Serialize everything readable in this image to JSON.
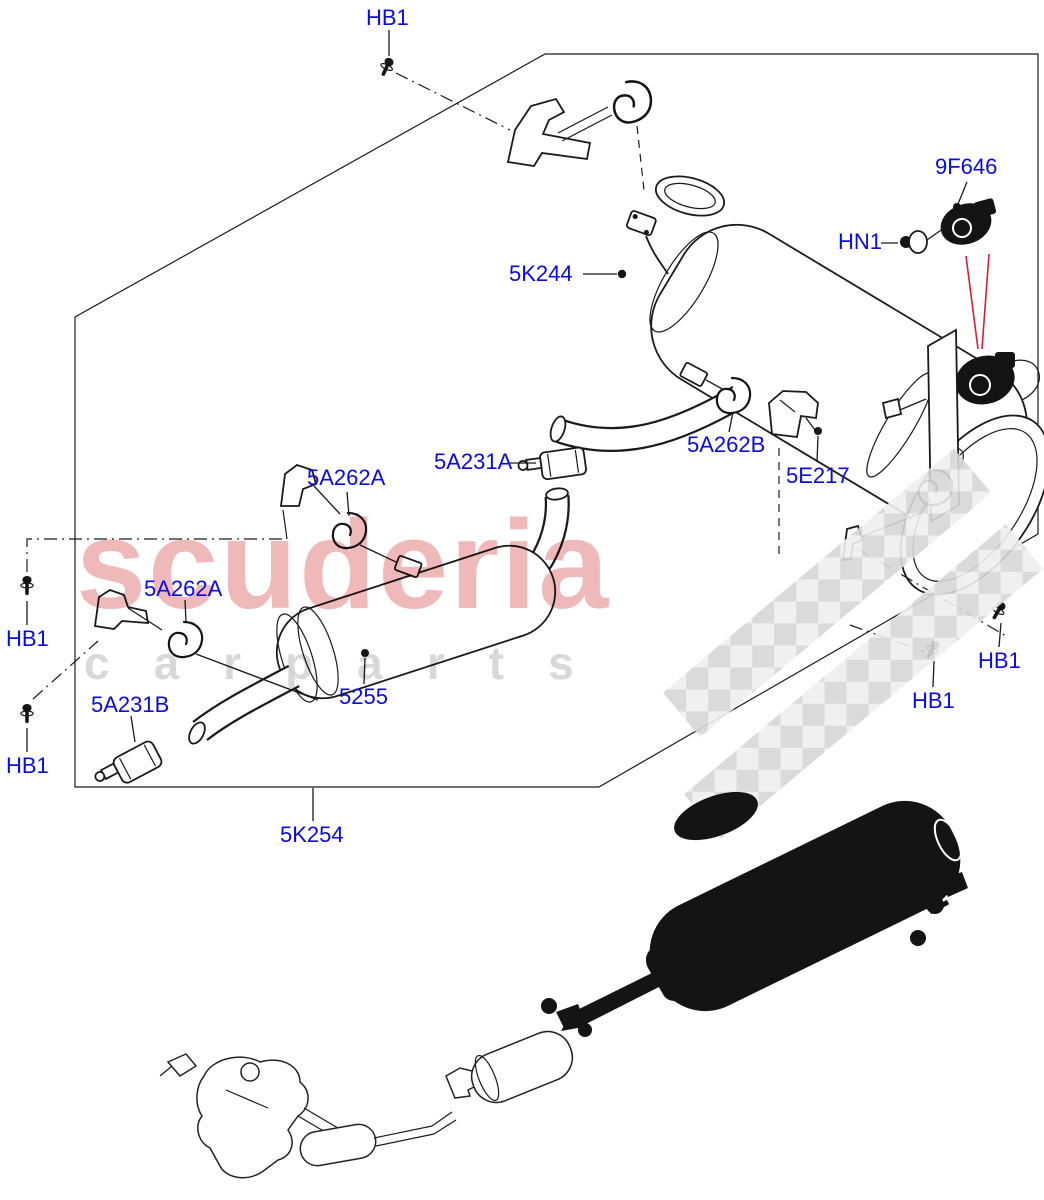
{
  "parts": {
    "hb1": "HB1",
    "hn1": "HN1",
    "9f646": "9F646",
    "5k244": "5K244",
    "5a231a": "5A231A",
    "5a262a": "5A262A",
    "5a262b": "5A262B",
    "5e217": "5E217",
    "5255": "5255",
    "5a231b": "5A231B",
    "5k254": "5K254"
  },
  "watermark": {
    "brand": "scuderia",
    "tagline": "carparts"
  },
  "colors": {
    "label_blue": "#0a0ae0",
    "line_black": "#1a1a1a",
    "arrow_red": "#cc2233",
    "watermark_pink": "#efb9b9",
    "watermark_gray": "#d8d8d8",
    "checker_gray": "#d7d7d7"
  }
}
